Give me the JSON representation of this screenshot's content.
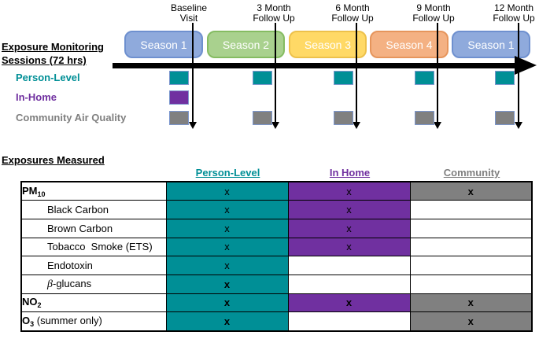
{
  "palette": {
    "person_teal": "#008F96",
    "inhome_purple": "#7030A0",
    "community_gray": "#808080",
    "season1_blue": "#8FAADC",
    "season2_green": "#A9D18E",
    "season3_yellow": "#FFD966",
    "season4_orange": "#F4B183",
    "square_border_blue": "#7C97CE",
    "timeline_black": "#000000"
  },
  "timeline": {
    "heading_line1": "Exposure Monitoring",
    "heading_line2": "Sessions (72 hrs)",
    "visits": [
      {
        "line1": "Baseline",
        "line2": "Visit"
      },
      {
        "line1": "3 Month",
        "line2": "Follow Up"
      },
      {
        "line1": "6 Month",
        "line2": "Follow Up"
      },
      {
        "line1": "9 Month",
        "line2": "Follow Up"
      },
      {
        "line1": "12 Month",
        "line2": "Follow Up"
      }
    ],
    "seasons": {
      "s1": "Season 1",
      "s2": "Season 2",
      "s3": "Season 3",
      "s4": "Season 4",
      "s5": "Season 1"
    },
    "monitoring_rows": [
      {
        "label": "Person-Level",
        "color": "#008F96",
        "sessions_at_visits": [
          1,
          1,
          1,
          1,
          1
        ]
      },
      {
        "label": "In-Home",
        "color": "#7030A0",
        "sessions_at_visits": [
          1,
          0,
          0,
          0,
          0
        ]
      },
      {
        "label": "Community Air Quality",
        "color": "#7F7F7F",
        "sessions_at_visits": [
          1,
          1,
          1,
          1,
          1
        ]
      }
    ]
  },
  "labels": {
    "person_level": "Person-Level",
    "in_home": "In-Home",
    "community_air_quality": "Community Air Quality"
  },
  "table": {
    "heading": "Exposures Measured",
    "columns": {
      "person": "Person-Level",
      "in_home": "In Home",
      "community": "Community"
    },
    "rows": [
      {
        "prefix": "",
        "main": "PM",
        "sub": "10",
        "suffix": "",
        "cells": {
          "pl": {
            "mark": "x"
          },
          "ih": {
            "mark": "x"
          },
          "com": {
            "mark": "x"
          }
        }
      },
      {
        "prefix": "",
        "main": "Black Carbon",
        "sub": "",
        "suffix": "",
        "cells": {
          "pl": {
            "mark": "x"
          },
          "ih": {
            "mark": "x"
          },
          "com": {
            "mark": ""
          }
        }
      },
      {
        "prefix": "",
        "main": "Brown Carbon",
        "sub": "",
        "suffix": "",
        "cells": {
          "pl": {
            "mark": "x"
          },
          "ih": {
            "mark": "x"
          },
          "com": {
            "mark": ""
          }
        }
      },
      {
        "prefix": "",
        "main": "Tobacco  Smoke (ETS)",
        "sub": "",
        "suffix": "",
        "cells": {
          "pl": {
            "mark": "x"
          },
          "ih": {
            "mark": "x"
          },
          "com": {
            "mark": ""
          }
        }
      },
      {
        "prefix": "",
        "main": "Endotoxin",
        "sub": "",
        "suffix": "",
        "cells": {
          "pl": {
            "mark": "x"
          },
          "ih": {
            "mark": ""
          },
          "com": {
            "mark": ""
          }
        }
      },
      {
        "prefix": "β",
        "main": "-glucans",
        "sub": "",
        "suffix": "",
        "cells": {
          "pl": {
            "mark": "x"
          },
          "ih": {
            "mark": ""
          },
          "com": {
            "mark": ""
          }
        }
      },
      {
        "prefix": "",
        "main": "NO",
        "sub": "2",
        "suffix": "",
        "cells": {
          "pl": {
            "mark": "x"
          },
          "ih": {
            "mark": "x"
          },
          "com": {
            "mark": "x"
          }
        }
      },
      {
        "prefix": "",
        "main": "O",
        "sub": "3",
        "suffix": " (summer only)",
        "cells": {
          "pl": {
            "mark": "x"
          },
          "ih": {
            "mark": ""
          },
          "com": {
            "mark": "x"
          }
        }
      }
    ]
  }
}
